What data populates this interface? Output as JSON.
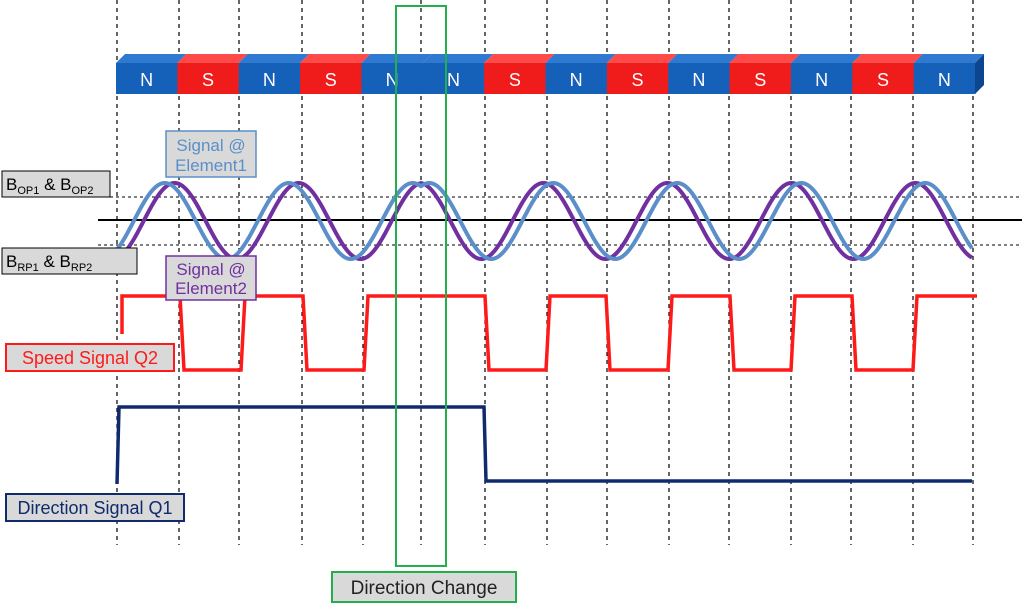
{
  "magnets": [
    "N",
    "S",
    "N",
    "S",
    "N",
    "N",
    "S",
    "N",
    "S",
    "N",
    "S",
    "N",
    "S",
    "N"
  ],
  "colors": {
    "north": "#1560b8",
    "north_top": "#2f79d0",
    "north_side": "#0d4690",
    "south": "#f01c1c",
    "south_top": "#ff4a4a",
    "south_side": "#b80e0e",
    "element1": "#5b8fc9",
    "element2": "#7030a0",
    "speed": "#ff1a1a",
    "direction": "#102a6e",
    "direction_change": "#22b04a",
    "label_fill": "#d9d9d9"
  },
  "labels": {
    "bop": {
      "b1": "B",
      "s1": "OP1",
      "mid": " & B",
      "s2": "OP2"
    },
    "brp": {
      "b1": "B",
      "s1": "RP1",
      "mid": " & B",
      "s2": "RP2"
    },
    "element1": {
      "line1": "Signal @",
      "line2": "Element1"
    },
    "element2": {
      "line1": "Signal @",
      "line2": "Element2"
    },
    "speed": "Speed Signal Q2",
    "direction": "Direction Signal Q1",
    "direction_change": "Direction Change"
  }
}
